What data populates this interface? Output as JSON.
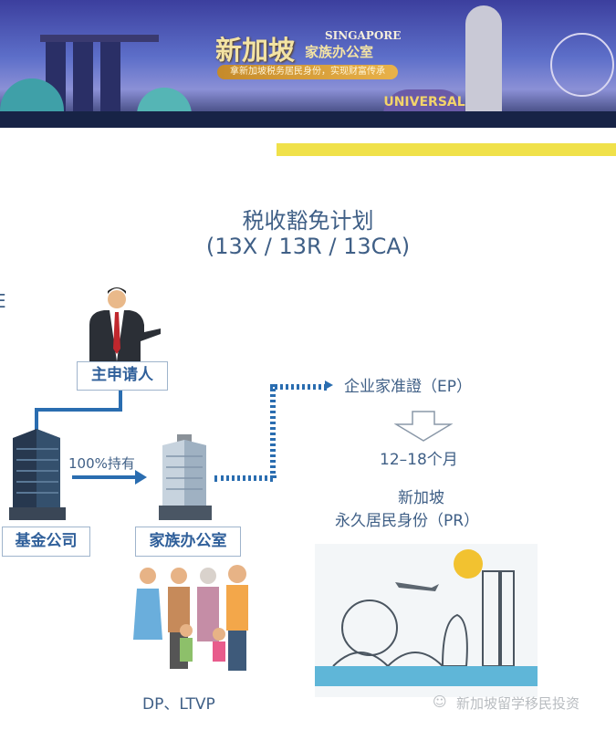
{
  "banner": {
    "title": "新加坡",
    "english": "SINGAPORE",
    "subtitle": "家族办公室",
    "tagline": "拿新加坡税务居民身份，实现财富传承",
    "sign": "UNIVERSAL"
  },
  "heading": {
    "line1": "税收豁免计划",
    "line2": "(13X / 13R / 13CA)"
  },
  "left_fragment": "E",
  "diagram": {
    "applicant": "主申请人",
    "fund": "基金公司",
    "ownership": "100%持有",
    "family_office": "家族办公室",
    "family_pass": "DP、LTVP",
    "ep": "企业家准證（EP）",
    "duration": "12–18个月",
    "pr_line1": "新加坡",
    "pr_line2": "永久居民身份（PR）"
  },
  "watermark": "新加坡留学移民投资",
  "colors": {
    "accent_yellow": "#f0e14a",
    "line_blue": "#2a6db0",
    "text": "#3f5f86"
  }
}
